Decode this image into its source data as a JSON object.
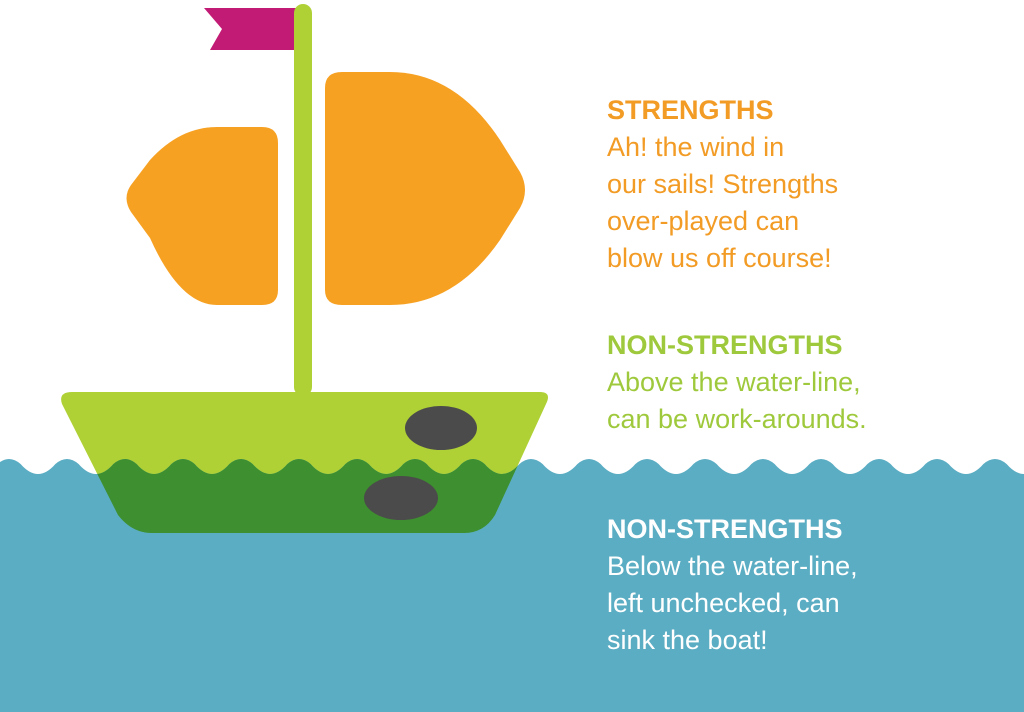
{
  "colors": {
    "water": "#5badc3",
    "hull_above": "#afd136",
    "hull_below": "#3e8f2f",
    "sail": "#f7a123",
    "mast": "#afd136",
    "flag": "#c21b75",
    "porthole": "#4b4b4b",
    "strengths_text": "#f29b25",
    "above_text": "#9fc93c",
    "below_text": "#ffffff"
  },
  "strengths": {
    "heading": "STRENGTHS",
    "lines": [
      "Ah! the wind in",
      "our sails! Strengths",
      "over-played can",
      "blow us off course!"
    ]
  },
  "above_waterline": {
    "heading": "NON-STRENGTHS",
    "lines": [
      "Above the water-line,",
      "can be work-arounds."
    ]
  },
  "below_waterline": {
    "heading": "NON-STRENGTHS",
    "lines": [
      "Below the water-line,",
      "left unchecked, can",
      "sink the boat!"
    ]
  }
}
